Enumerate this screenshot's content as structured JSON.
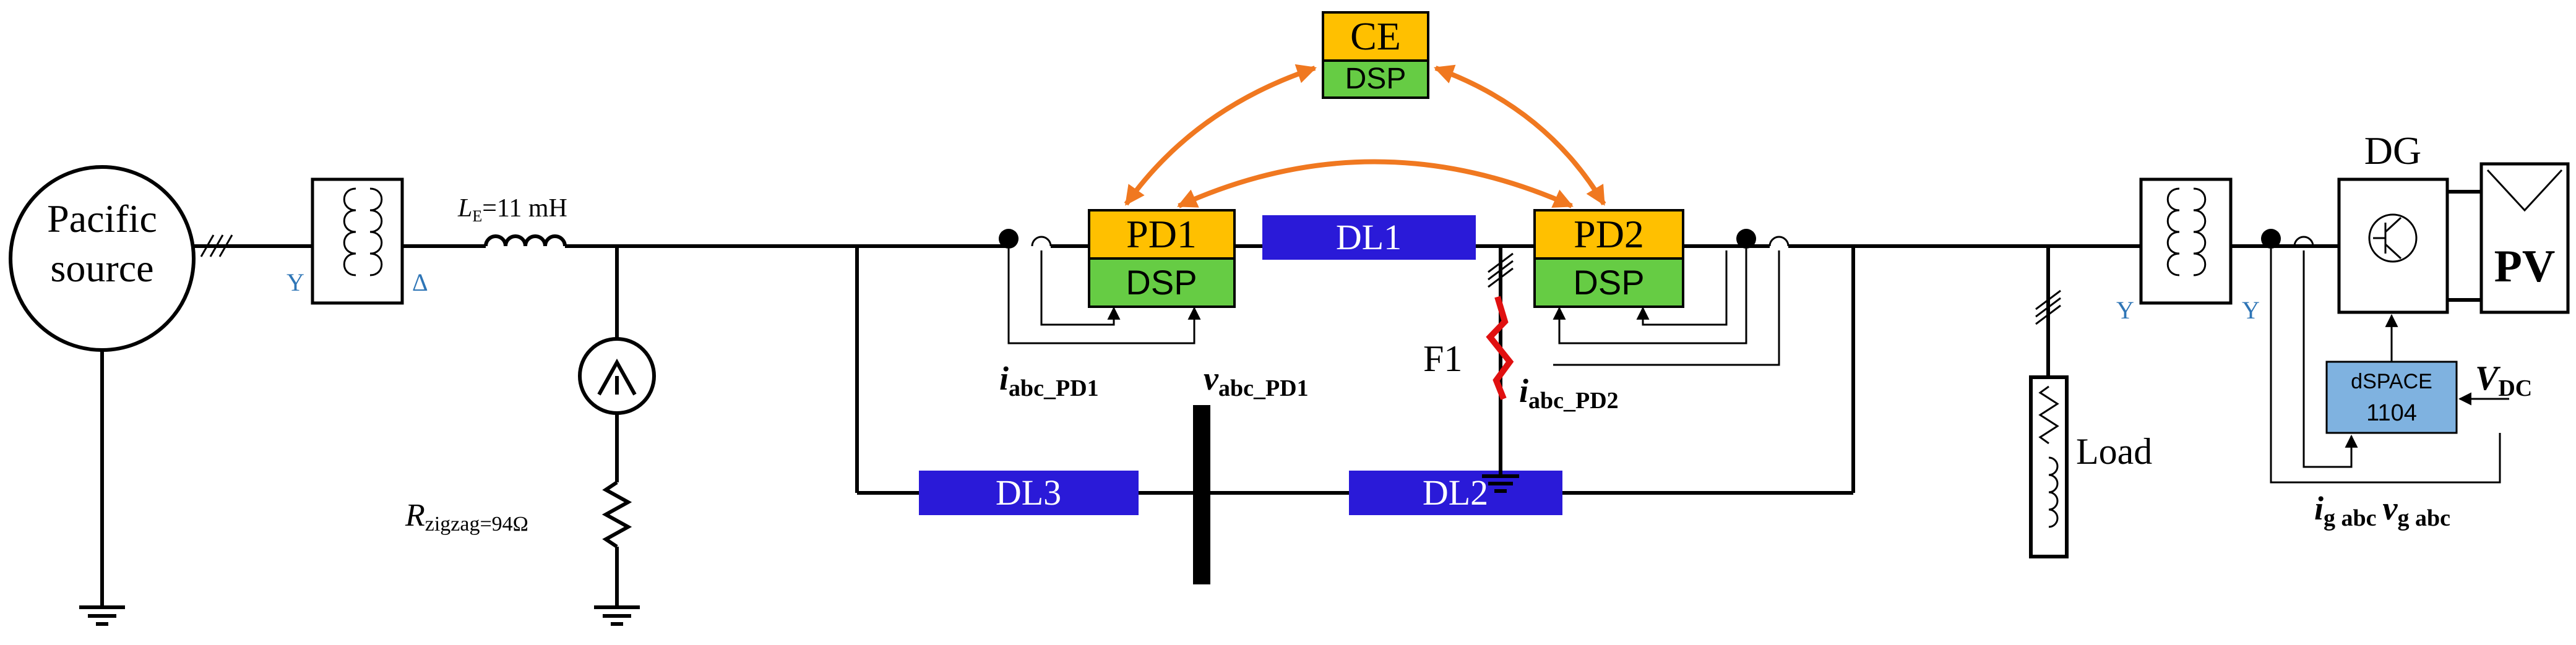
{
  "source": {
    "line1": "Pacific",
    "line2": "source"
  },
  "transformer1": {
    "left_winding": "Y",
    "right_winding": "Δ"
  },
  "inductor": {
    "symbol": "L",
    "sub": "E",
    "value": "=11 mH"
  },
  "zigzag_resistor": {
    "symbol": "R",
    "sub": "zigzag=94Ω"
  },
  "central_entity": {
    "label": "CE",
    "dsp": "DSP"
  },
  "pd1": {
    "label": "PD1",
    "dsp": "DSP",
    "current_meas": "i",
    "current_sub": "abc_PD1",
    "voltage_meas": "v",
    "voltage_sub": "abc_PD1"
  },
  "pd2": {
    "label": "PD2",
    "dsp": "DSP",
    "current_meas": "i",
    "current_sub": "abc_PD2"
  },
  "lines": {
    "dl1": "DL1",
    "dl2": "DL2",
    "dl3": "DL3"
  },
  "fault": {
    "label": "F1"
  },
  "load": {
    "label": "Load"
  },
  "transformer2": {
    "left_winding": "Y",
    "right_winding": "Y"
  },
  "dg": {
    "label": "DG",
    "pv": "PV"
  },
  "controller": {
    "line1": "dSPACE",
    "line2": "1104",
    "vdc": "V",
    "vdc_sub": "DC"
  },
  "grid_meas": {
    "current": "i",
    "current_sub": "g abc",
    "voltage": "v",
    "voltage_sub": "g abc"
  },
  "colors": {
    "dsp": "#66cc44",
    "pd": "#ffc000",
    "line": "#2a1ad8",
    "comm": "#f07820",
    "fault": "#e01010",
    "winding_label": "#2e75b6",
    "controller": "#7fb2e0"
  }
}
